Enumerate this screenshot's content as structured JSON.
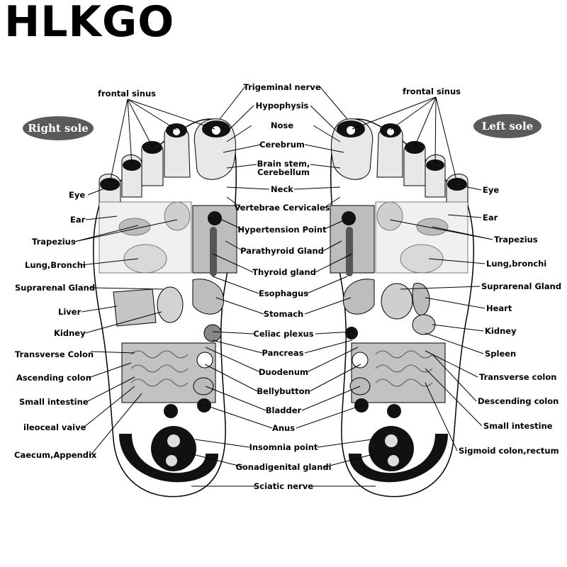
{
  "brand": "HLKGO",
  "badges": {
    "right": "Right sole",
    "left": "Left sole"
  },
  "center_labels": [
    "Trigeminal nerve",
    "Hypophysis",
    "Nose",
    "Cerebrum",
    "Brain stem,",
    "Cerebellum",
    "Neck",
    "Vertebrae Cervicales",
    "Hypertension Point",
    "Parathyroid Gland",
    "Thyroid gland",
    "Esophagus",
    "Stomach",
    "Celiac plexus",
    "Pancreas",
    "Duodenum",
    "Bellybutton",
    "Bladder",
    "Anus",
    "Insomnia point",
    "Gonadigenital glandi",
    "Sciatic nerve"
  ],
  "left_labels": [
    "frontal sinus",
    "Eye",
    "Ear",
    "Trapezius",
    "Lung,Bronchi",
    "Suprarenal Gland",
    "Liver",
    "Kidney",
    "Transverse Colon",
    "Ascending colon",
    "Small intestine",
    "ileoceal vaive",
    "Caecum,Appendix"
  ],
  "right_labels": [
    "frontal sinus",
    "Eye",
    "Ear",
    "Trapezius",
    "Lung,bronchi",
    "Suprarenal Gland",
    "Heart",
    "Kidney",
    "Spleen",
    "Transverse colon",
    "Descending colon",
    "Small intestine",
    "Sigmoid colon,rectum"
  ],
  "colors": {
    "badge_fill": "#5a5a5a",
    "organ_light": "#d9d9d9",
    "organ_mid": "#a8a8a8",
    "organ_dark": "#111111"
  }
}
